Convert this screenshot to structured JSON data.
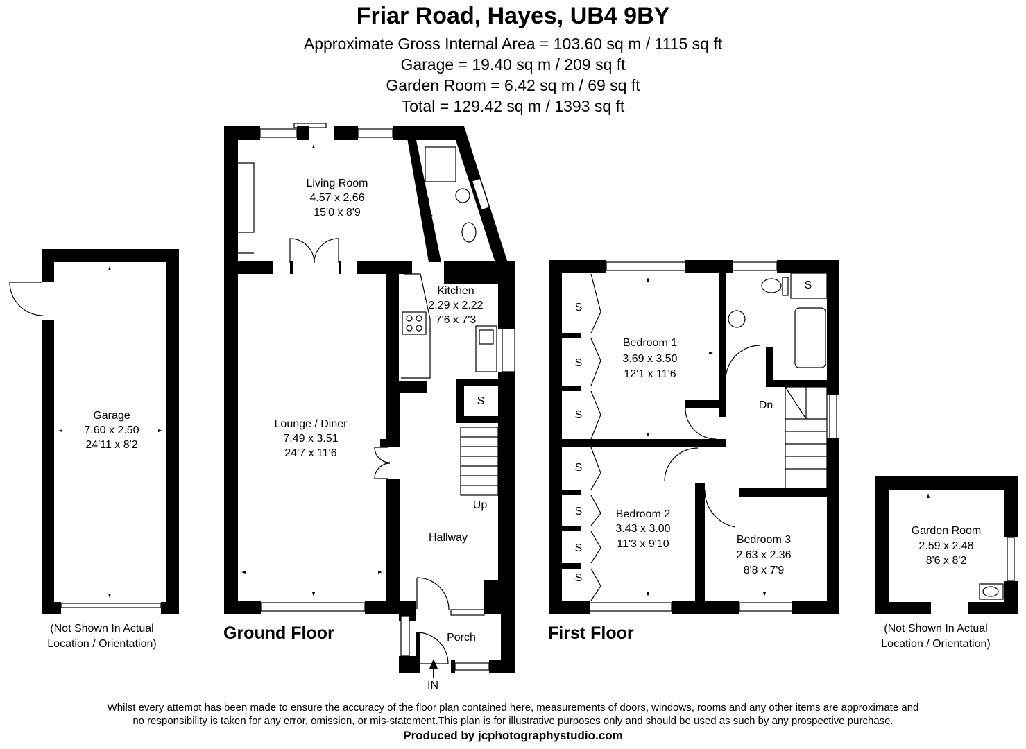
{
  "header": {
    "title": "Friar Road, Hayes, UB4 9BY",
    "lines": [
      "Approximate Gross Internal Area = 103.60 sq m / 1115 sq ft",
      "Garage = 19.40 sq m / 209 sq ft",
      "Garden Room = 6.42 sq m / 69 sq ft",
      "Total = 129.42 sq m / 1393 sq ft"
    ]
  },
  "rooms": {
    "living_room": {
      "name": "Living Room",
      "metric": "4.57 x 2.66",
      "imperial": "15'0 x 8'9"
    },
    "kitchen": {
      "name": "Kitchen",
      "metric": "2.29 x 2.22",
      "imperial": "7'6 x 7'3"
    },
    "lounge_diner": {
      "name": "Lounge / Diner",
      "metric": "7.49 x 3.51",
      "imperial": "24'7 x 11'6"
    },
    "hallway": {
      "name": "Hallway"
    },
    "porch": {
      "name": "Porch"
    },
    "garage": {
      "name": "Garage",
      "metric": "7.60 x 2.50",
      "imperial": "24'11 x 8'2"
    },
    "bedroom1": {
      "name": "Bedroom 1",
      "metric": "3.69 x 3.50",
      "imperial": "12'1 x 11'6"
    },
    "bedroom2": {
      "name": "Bedroom 2",
      "metric": "3.43 x 3.00",
      "imperial": "11'3 x 9'10"
    },
    "bedroom3": {
      "name": "Bedroom 3",
      "metric": "2.63 x 2.36",
      "imperial": "8'8 x 7'9"
    },
    "garden_room": {
      "name": "Garden Room",
      "metric": "2.59 x 2.48",
      "imperial": "8'6 x 8'2"
    }
  },
  "labels": {
    "storage": "S",
    "up": "Up",
    "down": "Dn",
    "entrance": "IN",
    "ground_floor": "Ground Floor",
    "first_floor": "First Floor",
    "not_shown_1": "(Not Shown In Actual",
    "not_shown_2": "Location / Orientation)"
  },
  "footer": {
    "disclaimer_1": "Whilst every attempt has been made to ensure the accuracy of the floor plan contained here, measurements of doors, windows, rooms and any other items are approximate and",
    "disclaimer_2": "no responsibility is taken for any error, omission, or mis-statement.This plan is for illustrative purposes only and should be used as such by any prospective purchase.",
    "credit": "Produced by jcphotographystudio.com"
  }
}
